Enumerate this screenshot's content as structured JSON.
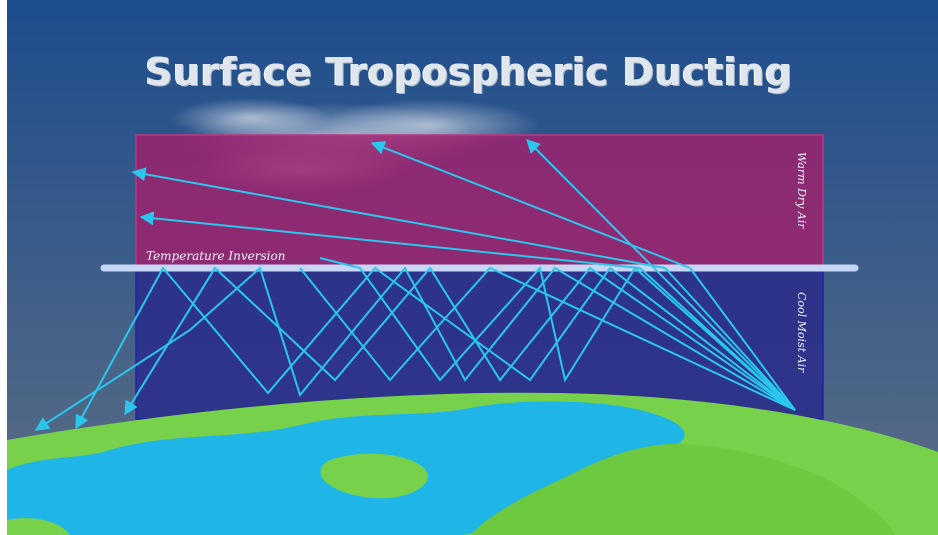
{
  "title": "Surface Tropospheric Ducting",
  "labels": {
    "inversion": "Temperature Inversion",
    "warm_layer": "Warm Dry Air",
    "cool_layer": "Cool Moist Air"
  },
  "colors": {
    "sky_top": "#1f4f8f",
    "sky_bottom": "#5d6f86",
    "warm_layer": "#a0206d",
    "cool_layer": "#2a2f8a",
    "inversion_line": "#c8d6f5",
    "rays": "#29c7ee",
    "land": "#77d14a",
    "ocean": "#1fb5e6"
  }
}
